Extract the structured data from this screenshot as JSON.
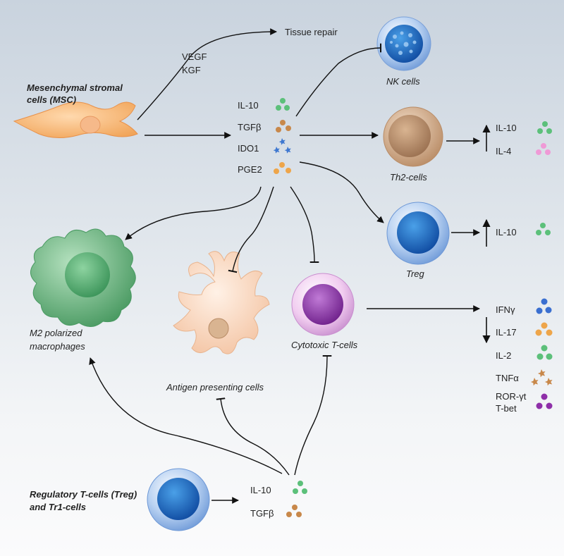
{
  "top": {
    "msc_label_line1": "Mesenchymal stromal",
    "msc_label_line2": "cells (MSC)",
    "tissue_repair": "Tissue repair",
    "vegf": "VEGF",
    "kgf": "KGF"
  },
  "msc_factors": [
    "IL-10",
    "TGFβ",
    "IDO1",
    "PGE2"
  ],
  "targets": {
    "nk": "NK cells",
    "th2": "Th2-cells",
    "treg": "Treg",
    "macrophage_line1": "M2 polarized",
    "macrophage_line2": "macrophages",
    "apc": "Antigen presenting cells",
    "ctl": "Cytotoxic T-cells"
  },
  "th2_outputs": [
    "IL-10",
    "IL-4"
  ],
  "treg_outputs": [
    "IL-10"
  ],
  "ctl_outputs": [
    "IFNγ",
    "IL-17",
    "IL-2",
    "TNFα",
    "ROR-γt",
    "T-bet"
  ],
  "bottom": {
    "treg_label_line1": "Regulatory T-cells (Treg)",
    "treg_label_line2": "and Tr1-cells",
    "factors": [
      "IL-10",
      "TGFβ"
    ]
  },
  "colors": {
    "il10": "#5cc07a",
    "tgfb": "#c8884a",
    "ido1": "#3f78d0",
    "pge2": "#eea54a",
    "il4": "#ef9ad6",
    "ifng": "#3a6fd0",
    "il17": "#eea54a",
    "tnfa": "#c8884a",
    "rorgt": "#8e2fa8"
  }
}
